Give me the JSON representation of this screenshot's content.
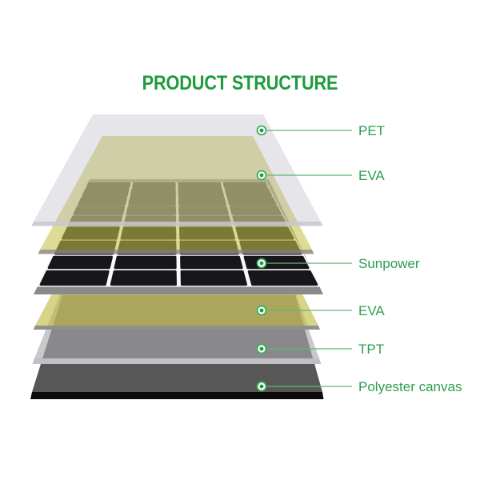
{
  "title": {
    "text": "PRODUCT STRUCTURE",
    "color": "#1d9b3d"
  },
  "diagram": {
    "type": "exploded-layer-stack",
    "subject": "solar panel product structure",
    "colors": {
      "background": "#ffffff",
      "callout_line": "#5cb87a",
      "marker_ring": "#3fae5f",
      "marker_dot": "#1d9b3d",
      "label_text": "#2c9e4f",
      "cell": "#17171b",
      "cell_sheet": "#fafafa",
      "backing": "#8a8a8a"
    },
    "layers": [
      {
        "label": "PET",
        "fill": "rgba(183,183,196,0.36)",
        "edge": "#c8c7cf"
      },
      {
        "label": "EVA",
        "fill": "rgba(199,193,72,0.58)",
        "edge": "#8f8c7d"
      },
      {
        "label": "Sunpower",
        "fill": "#17171b",
        "edge": "#8a8a8a"
      },
      {
        "label": "EVA",
        "fill": "rgba(190,184,62,0.62)",
        "edge": "#90908c"
      },
      {
        "label": "TPT",
        "fill": "rgba(168,168,172,0.62)",
        "edge": "#c0c0c4"
      },
      {
        "label": "Polyester canvas",
        "fill": "#575757",
        "edge": "#0b0b0b"
      }
    ]
  }
}
